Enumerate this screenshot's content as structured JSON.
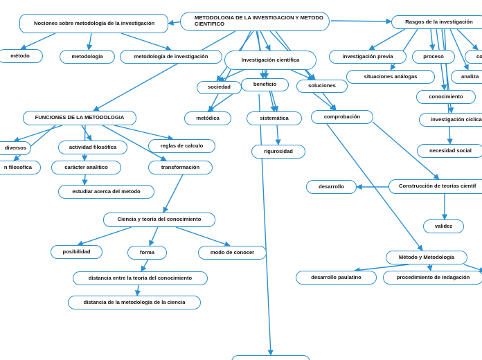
{
  "colors": {
    "stroke": "#2a8fcf",
    "node_border": "#2a8fcf",
    "text": "#111111",
    "background": "#ffffff"
  },
  "nodes": {
    "root": "METODOLOGIA DE LA INVESTIGACION Y METODO CIENTIFICO",
    "nociones": "Nociones sobre metodología de la investigación",
    "rasgos": "Rasgos de la investigación",
    "metodo": "método",
    "metodologia": "metodología",
    "metodologia_inv": "metodología de investigación",
    "inv_cientifica": "Investigación científica",
    "inv_previa": "investigación previa",
    "proceso": "proceso",
    "co": "co",
    "situaciones": "situaciones análogas",
    "analiza": "analiza",
    "sociedad": "sociedad",
    "beneficio": "beneficio",
    "soluciones": "soluciones",
    "conocimiento": "conocimiento",
    "inv_ciclica": "investigación cíclica",
    "funciones": "FUNCIONES DE LA METODOLOGIA",
    "metodica": "metódica",
    "sistematica": "sistemática",
    "comprobacion": "comprobación",
    "necesidad_social": "necesidad social",
    "diversos": "diversos",
    "actividad_filosofica": "actividad filosófica",
    "reglas_calculo": "reglas de calculo",
    "rigurosidad": "rigurosidad",
    "vision_filosofica": "n filosofica",
    "caracter_analitico": "carácter analitico",
    "transformacion": "transformación",
    "desarrollo": "desarrollo",
    "construccion": "Construcción de teorías científ",
    "estudiar": "estudiar acerca del metodo",
    "ciencia_teoria": "Ciencia y teoría del conocimiento",
    "validez": "validez",
    "posibilidad": "posibilidad",
    "forma": "forma",
    "modo_conocer": "modo de conocer",
    "metodo_metodologia": "Método y Metodología",
    "distancia_teoria": "distancia entre la teoría del conocimiento",
    "desarrollo_paulatino": "desarrollo paulatino",
    "procedimiento": "procedimiento de indagación",
    "distancia_metodologia": "distancia de la metodología de la ciencia",
    "bottom": ""
  }
}
